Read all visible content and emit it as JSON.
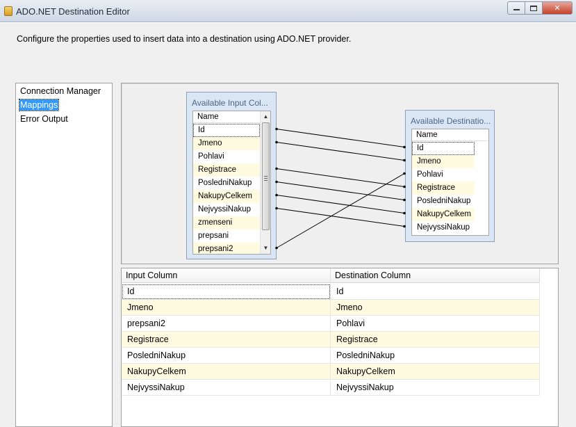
{
  "window": {
    "title": "ADO.NET Destination Editor",
    "minimize_label": "",
    "maximize_label": "",
    "close_label": "✕"
  },
  "description": "Configure the properties used to insert data into a destination using ADO.NET provider.",
  "nav": {
    "items": [
      {
        "label": "Connection Manager",
        "selected": false
      },
      {
        "label": "Mappings",
        "selected": true
      },
      {
        "label": "Error Output",
        "selected": false
      }
    ]
  },
  "input_box": {
    "title": "Available Input Col...",
    "header": "Name",
    "rows": [
      "Id",
      "Jmeno",
      "Pohlavi",
      "Registrace",
      "PosledniNakup",
      "NakupyCelkem",
      "NejvyssiNakup",
      "zmenseni",
      "prepsani",
      "prepsani2"
    ]
  },
  "dest_box": {
    "title": "Available Destinatio...",
    "header": "Name",
    "rows": [
      "Id",
      "Jmeno",
      "Pohlavi",
      "Registrace",
      "PosledniNakup",
      "NakupyCelkem",
      "NejvyssiNakup"
    ]
  },
  "grid": {
    "columns": [
      "Input Column",
      "Destination Column"
    ],
    "rows": [
      [
        "Id",
        "Id"
      ],
      [
        "Jmeno",
        "Jmeno"
      ],
      [
        "prepsani2",
        "Pohlavi"
      ],
      [
        "Registrace",
        "Registrace"
      ],
      [
        "PosledniNakup",
        "PosledniNakup"
      ],
      [
        "NakupyCelkem",
        "NakupyCelkem"
      ],
      [
        "NejvyssiNakup",
        "NejvyssiNakup"
      ]
    ]
  },
  "mappings": [
    {
      "input": "Id",
      "destination": "Id"
    },
    {
      "input": "Jmeno",
      "destination": "Jmeno"
    },
    {
      "input": "Registrace",
      "destination": "Registrace"
    },
    {
      "input": "PosledniNakup",
      "destination": "PosledniNakup"
    },
    {
      "input": "NakupyCelkem",
      "destination": "NakupyCelkem"
    },
    {
      "input": "NejvyssiNakup",
      "destination": "NejvyssiNakup"
    },
    {
      "input": "prepsani2",
      "destination": "Pohlavi"
    }
  ],
  "icons": {
    "app": "folder-icon",
    "scroll_up": "chevron-up-icon",
    "scroll_down": "chevron-down-icon"
  }
}
